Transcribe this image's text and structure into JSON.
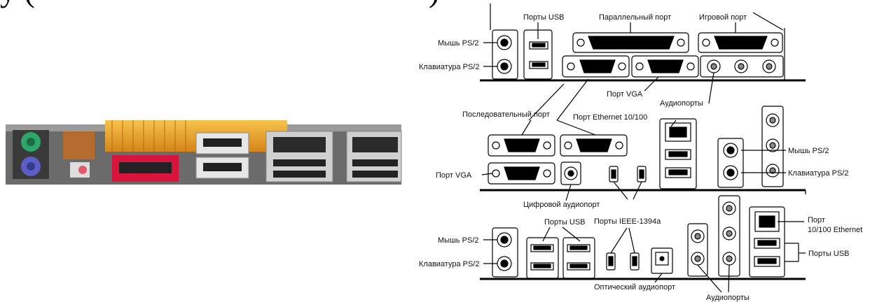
{
  "top_fragment": "у                    (",
  "top_fragment_right": ")",
  "labels": {
    "usb_ports_top": "Порты USB",
    "parallel_port": "Параллельный порт",
    "game_port": "Игровой порт",
    "mouse_ps2_1": "Мышь PS/2",
    "keyboard_ps2_1": "Клавиатура PS/2",
    "vga_port_1": "Порт VGA",
    "audio_ports_1": "Аудиопорты",
    "serial_port": "Последовательный порт",
    "ethernet_port": "Порт Ethernet 10/100",
    "vga_port_2": "Порт VGA",
    "digital_audio": "Цифровой аудиопорт",
    "mouse_ps2_2": "Мышь PS/2",
    "keyboard_ps2_2": "Клавиатура PS/2",
    "usb_ports_bottom": "Порты USB",
    "ieee_ports": "Порты IEEE-1394a",
    "mouse_ps2_3": "Мышь PS/2",
    "keyboard_ps2_3": "Клавиатура PS/2",
    "port_ethernet_line1": "Порт",
    "port_ethernet_line2": "10/100 Ethernet",
    "usb_ports_right": "Порты USB",
    "optical_audio": "Оптический аудиопорт",
    "audio_ports_2": "Аудиопорты"
  },
  "colors": {
    "ps2_mouse": "#2ea86a",
    "ps2_keyboard": "#5b5fc7",
    "board_gold": "#e8a020",
    "esata_red": "#d8143c",
    "metal": "#c9c9c9"
  }
}
